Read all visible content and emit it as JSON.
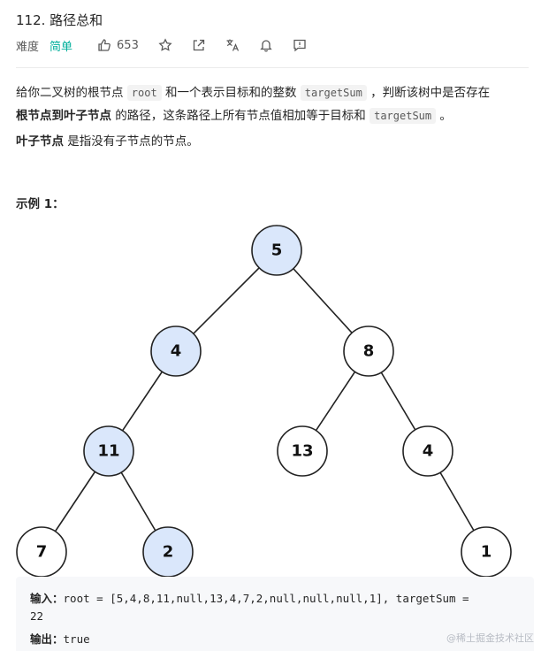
{
  "problem": {
    "title": "112. 路径总和",
    "difficulty_label": "难度",
    "difficulty": "简单",
    "likes": "653"
  },
  "description": {
    "p1_a": "给你二叉树的根节点",
    "p1_code1": "root",
    "p1_b": "和一个表示目标和的整数",
    "p1_code2": "targetSum",
    "p1_c": "，判断该树中是否存在",
    "p1_bold": "根节点到叶子节点",
    "p1_d": "的路径，这条路径上所有节点值相加等于目标和",
    "p1_code3": "targetSum",
    "p1_e": "。",
    "p2_bold": "叶子节点",
    "p2_rest": "是指没有子节点的节点。"
  },
  "example": {
    "title": "示例 1：",
    "nodes": [
      "5",
      "4",
      "8",
      "11",
      "13",
      "4",
      "7",
      "2",
      "1"
    ],
    "input_label": "输入：",
    "input_value": "root = [5,4,8,11,null,13,4,7,2,null,null,null,1], targetSum =",
    "input_value_cont": "22",
    "output_label": "输出：",
    "output_value": "true"
  },
  "watermark": "@稀土掘金技术社区",
  "colors": {
    "highlight_node": "#dae7fb",
    "normal_node": "#ffffff",
    "easy": "#00af9b"
  }
}
